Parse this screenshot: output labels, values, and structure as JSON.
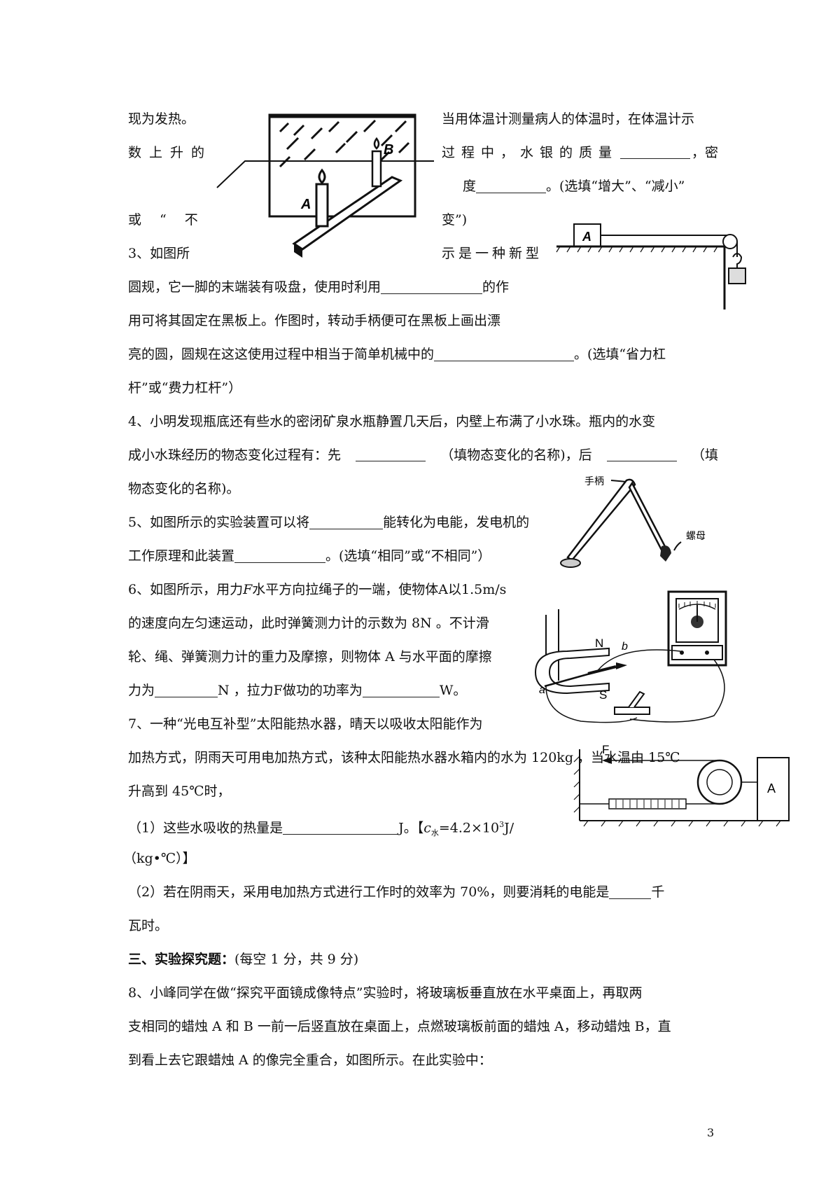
{
  "lines": {
    "l1a": "现为发热。",
    "l1b": "当用体温计测量病人的体温时，在体温计示",
    "l2a": "数上升的",
    "l2b1": "过程中，水银的质量",
    "l2b2": "，密",
    "l3b1": "度",
    "l3b2": "。(选填“增大”、“减小”",
    "l4a": "或“不",
    "l4b": "变”)",
    "l5a": "3、如图所",
    "l5b": "示是一种新型",
    "l6a": "圆规，它一脚的末端装有吸盘，使用时利用",
    "l6b": "的作",
    "l7": "用可将其固定在黑板上。作图时，转动手柄便可在黑板上画出漂",
    "l8a": "亮的圆，圆规在这这使用过程中相当于简单机械中的",
    "l8b": "。(选填“省力杠",
    "l9": "杆”或“费力杠杆”）",
    "l10": "4、小明发现瓶底还有些水的密闭矿泉水瓶静置几天后，内壁上布满了小水珠。瓶内的水变",
    "l11a": "成小水珠经历的物态变化过程有：先",
    "l11b": "（填物态变化的名称)，后",
    "l11c": "（填",
    "l12": "物态变化的名称)。",
    "l13a": "5、如图所示的实验装置可以将",
    "l13b": "能转化为电能，发电机的",
    "l14a": "工作原理和此装置",
    "l14b": "。(选填“相同”或“不相同”）",
    "l15a": "6、如图所示，用力",
    "l15f": "F",
    "l15b": "水平方向拉绳子的一端，使物体A以1.5m/s",
    "l16": "的速度向左匀速运动，此时弹簧测力计的示数为 8N 。不计滑",
    "l17": "轮、绳、弹簧测力计的重力及摩擦，则物体 A 与水平面的摩擦",
    "l18a": "力为",
    "l18b": "N ，拉力F做功的功率为",
    "l18c": "W。",
    "l19": "7、一种“光电互补型”太阳能热水器，晴天以吸收太阳能作为",
    "l20": "加热方式，阴雨天可用电加热方式，该种太阳能热水器水箱内的水为 120kg ，当水温由 15℃",
    "l21": "升高到 45℃时，",
    "l22a": "（1）这些水吸收的热量是",
    "l22b": "J。【",
    "l22c": "c",
    "l22sub": "水",
    "l22d": "=4.2×10",
    "l22sup": "3",
    "l22e": "J/",
    "l23": "（kg•℃）】",
    "l24a": "（2）若在阴雨天，采用电加热方式进行工作时的效率为 70%，则要消耗的电能是",
    "l24b": "千",
    "l25": "瓦时。",
    "l26a": "三、实验探究题：",
    "l26b": "(每空 1 分，共 9 分)",
    "l27": "8、小峰同学在做“探究平面镜成像特点”实验时，将玻璃板垂直放在水平桌面上，再取两",
    "l28": "支相同的蜡烛 A 和 B 一前一后竖直放在桌面上，点燃玻璃板前面的蜡烛 A，移动蜡烛 B，直",
    "l29": "到看上去它跟蜡烛 A 的像完全重合，如图所示。在此实验中："
  },
  "figures": {
    "mirror": {
      "label_a": "A",
      "label_b": "B"
    },
    "pulley_block": {
      "label_a": "A"
    },
    "compass": {
      "label_handle": "手柄",
      "label_nut": "螺母"
    },
    "generator": {
      "label_n": "N",
      "label_s": "S",
      "label_a": "a",
      "label_b": "b"
    },
    "spring_pulley": {
      "label_f": "F",
      "label_a": "A"
    }
  },
  "page_number": "3"
}
